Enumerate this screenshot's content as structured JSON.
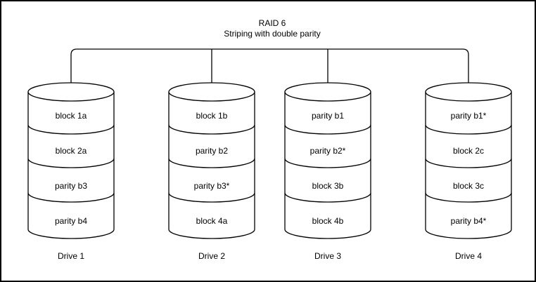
{
  "diagram": {
    "title": "RAID 6",
    "subtitle": "Striping with double parity",
    "drives": [
      {
        "name": "Drive 1",
        "blocks": [
          "block 1a",
          "block 2a",
          "parity b3",
          "parity b4"
        ]
      },
      {
        "name": "Drive 2",
        "blocks": [
          "block 1b",
          "parity b2",
          "parity b3*",
          "block 4a"
        ]
      },
      {
        "name": "Drive 3",
        "blocks": [
          "parity b1",
          "parity b2*",
          "block 3b",
          "block 4b"
        ]
      },
      {
        "name": "Drive 4",
        "blocks": [
          "parity b1*",
          "block 2c",
          "block 3c",
          "parity b4*"
        ]
      }
    ],
    "colors": {
      "stroke": "#000000",
      "fill": "#ffffff",
      "text": "#000000",
      "background": "#ffffff"
    }
  }
}
